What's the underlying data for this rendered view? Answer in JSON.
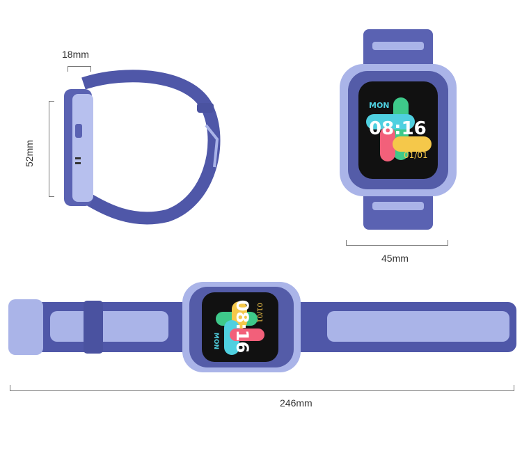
{
  "dimensions": {
    "thickness": "18mm",
    "height": "52mm",
    "width": "45mm",
    "length": "246mm"
  },
  "watch_face": {
    "day": "MON",
    "time": "08:16",
    "date": "01/01"
  },
  "colors": {
    "strap": "#4f57a8",
    "strap_light": "#aab4e8",
    "screen": "#111111",
    "accent_green": "#3ec98a",
    "accent_pink": "#f2607a",
    "accent_yellow": "#f5c84a",
    "accent_cyan": "#4fd0e0"
  }
}
